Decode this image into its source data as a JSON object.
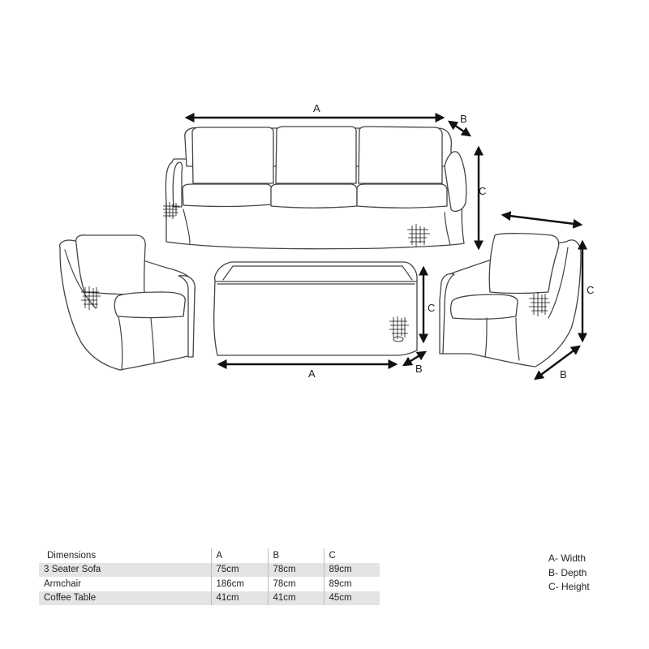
{
  "dimension_labels": {
    "width": "A",
    "depth": "B",
    "height": "C"
  },
  "table": {
    "header": [
      "Dimensions",
      "A",
      "B",
      "C"
    ],
    "rows": [
      {
        "name": "3 Seater Sofa",
        "a": "75cm",
        "b": "78cm",
        "c": "89cm"
      },
      {
        "name": "Armchair",
        "a": "186cm",
        "b": "78cm",
        "c": "89cm"
      },
      {
        "name": "Coffee Table",
        "a": "41cm",
        "b": "41cm",
        "c": "45cm"
      }
    ]
  },
  "legend": [
    "A- Width",
    "B- Depth",
    "C- Height"
  ],
  "colors": {
    "line": "#444444",
    "row_shade": "#e4e4e4"
  }
}
